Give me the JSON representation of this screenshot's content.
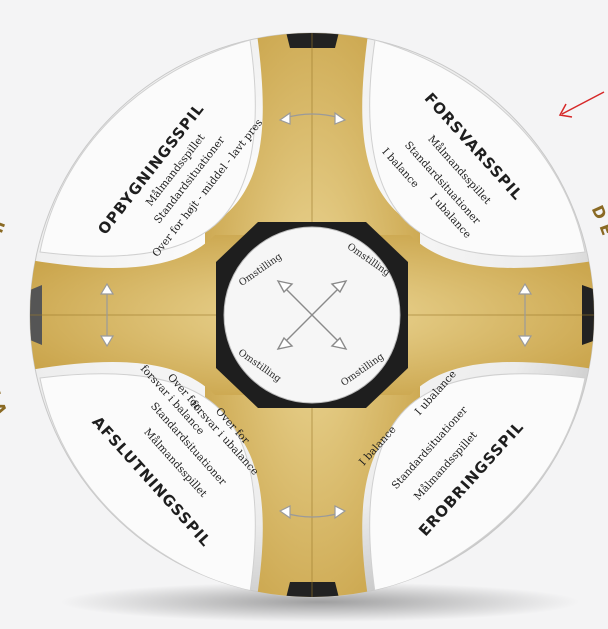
{
  "side_labels": {
    "left": "VI har bolden",
    "right": "DE har bolden"
  },
  "quadrants": {
    "top_left": {
      "title": "OPBYGNINGSSPIL",
      "lines": [
        "Målmandsspillet",
        "Standardsituationer",
        "Over for højt - middel - lavt pres"
      ]
    },
    "top_right": {
      "title": "FORSVARSSPIL",
      "lines": [
        "Målmandsspillet",
        "Standardsituationer",
        "I balance",
        "I ubalance"
      ]
    },
    "bottom_left": {
      "title": "AFSLUTNINGSSPIL",
      "lines": [
        "Målmandsspillet",
        "Standardsituationer",
        "Over for",
        "forsvar i balance",
        "Over for",
        "forsvar i ubalance"
      ]
    },
    "bottom_right": {
      "title": "EROBRINGSSPIL",
      "lines": [
        "Målmandsspillet",
        "Standardsituationer",
        "I balance",
        "I ubalance"
      ]
    }
  },
  "center": {
    "labels": [
      "Omstilling",
      "Omstilling",
      "Omstilling",
      "Omstilling"
    ]
  },
  "colors": {
    "gold": "#d4b15a",
    "panel": "#fafafa",
    "dark": "#1a1a1a",
    "accent_arrow": "#d62828"
  },
  "icons": [
    "transition-arrows-icon",
    "horizontal-double-arrow-icon",
    "vertical-double-arrow-icon",
    "annotation-arrow-icon"
  ]
}
